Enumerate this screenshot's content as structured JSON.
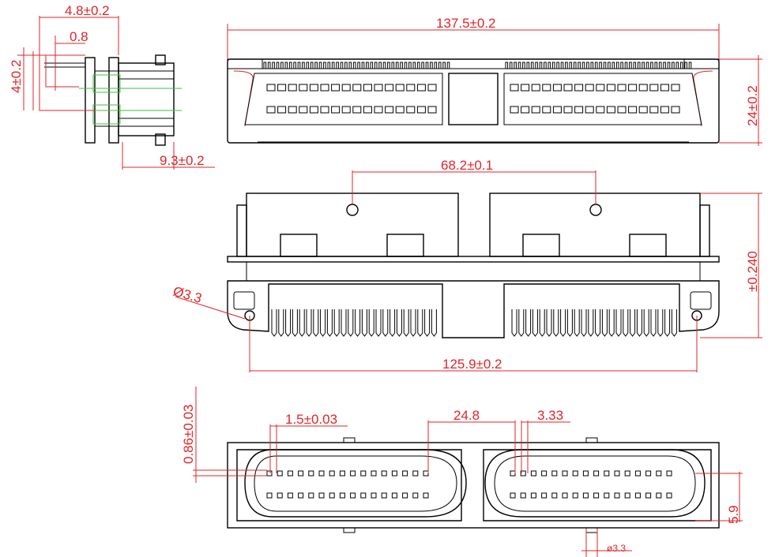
{
  "colors": {
    "outline": "#000000",
    "dimension": "#e0242a",
    "detail": "#3fbf3f",
    "background": "#ffffff"
  },
  "dimensions": {
    "side_width": "4.8±0.2",
    "side_offset": "0.8",
    "side_height": "4±0.2",
    "side_depth": "9.3±0.2",
    "top_length": "137.5±0.2",
    "top_height": "24±0.2",
    "front_spacing": "68.2±0.1",
    "front_height": "±0.240",
    "front_hole": "Ø3.3",
    "front_span": "125.9±0.2",
    "bottom_thickness": "0.86±0.03",
    "bottom_pin": "1.5±0.03",
    "bottom_field": "24.8",
    "bottom_pitch": "3.33",
    "bottom_row": "5.9",
    "bottom_hole": "ø3.3"
  }
}
